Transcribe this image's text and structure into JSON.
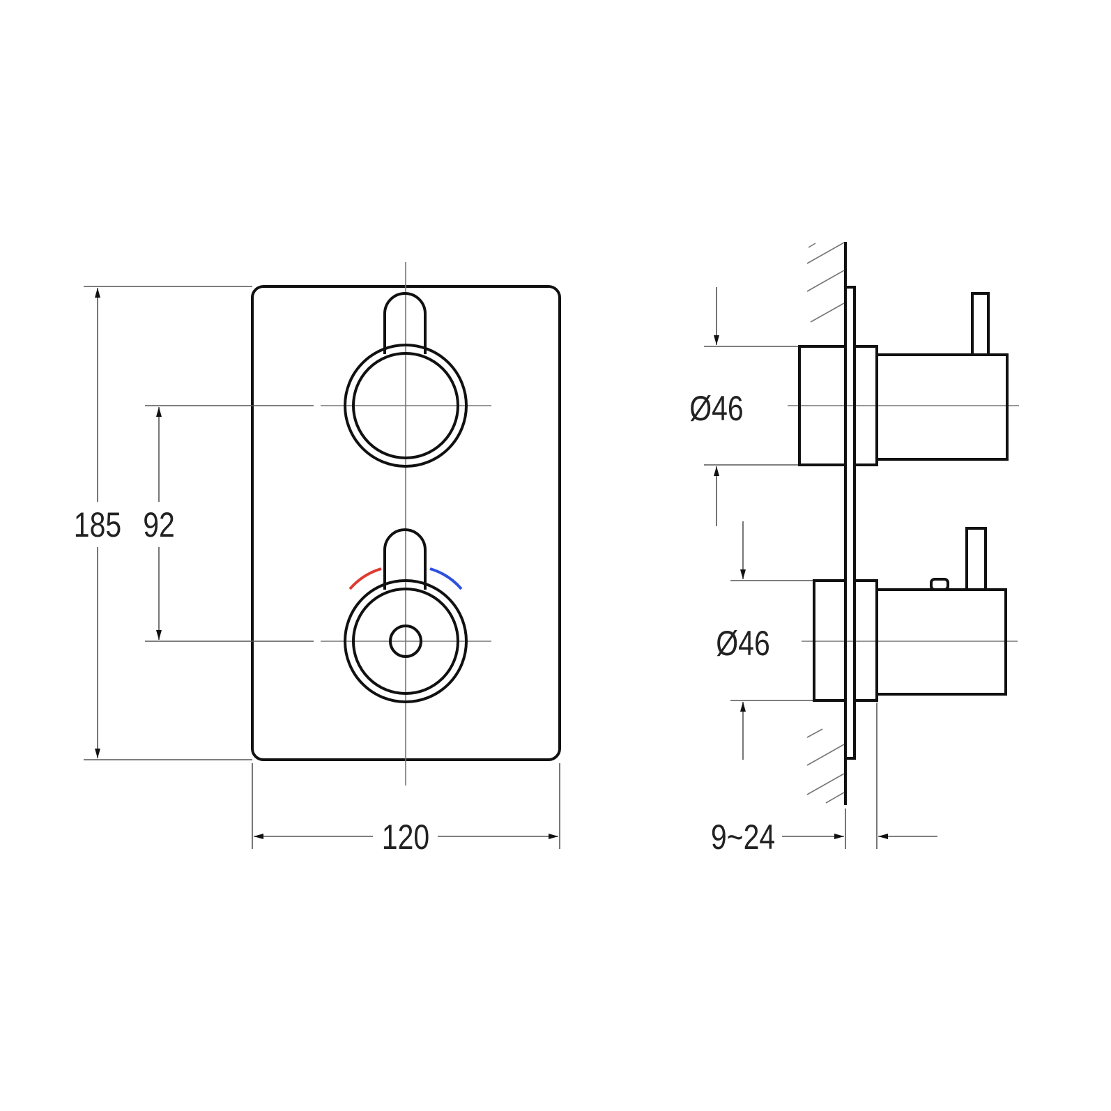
{
  "dimensions": {
    "height": "185",
    "knob_spacing": "92",
    "width": "120",
    "diameter_top": "Ø46",
    "diameter_bottom": "Ø46",
    "depth_range": "9~24"
  },
  "colors": {
    "hot": "#e03a2f",
    "cold": "#2f4fe0"
  }
}
